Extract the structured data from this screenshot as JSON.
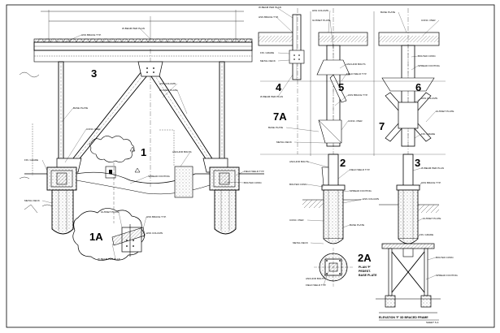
{
  "detail_markers": {
    "d1": "1",
    "d1a": "1A",
    "d2": "2",
    "d2a": "2A",
    "d3_left": "3",
    "d3_right": "3",
    "d4": "4",
    "d5": "5",
    "d6": "6",
    "d7": "7",
    "d7a": "7A"
  },
  "captions": {
    "plate_title": "PLAN 'P'",
    "plate_sub1": "PEDEST.",
    "plate_sub2": "BASE PLATE",
    "elevation_title": "ELEVATION 'F' 3D BRACED FRAME",
    "sheet_ref": "SHEET S-4"
  },
  "note_text": {
    "beam": "W-BEAM PER PLAN",
    "brace": "HSS BRACE TYP.",
    "column": "HSS COLUMN",
    "gusset": "GUSSET PLATE",
    "base": "BASE PLATE",
    "pier": "CONC. PIER",
    "grade": "FIN. GRADE",
    "deck": "METAL DECK",
    "anchor": "ANCHOR BOLTS",
    "weld": "FIELD WELD TYP.",
    "conn": "BOLTED CONN.",
    "footing": "SPREAD FOOTING"
  }
}
